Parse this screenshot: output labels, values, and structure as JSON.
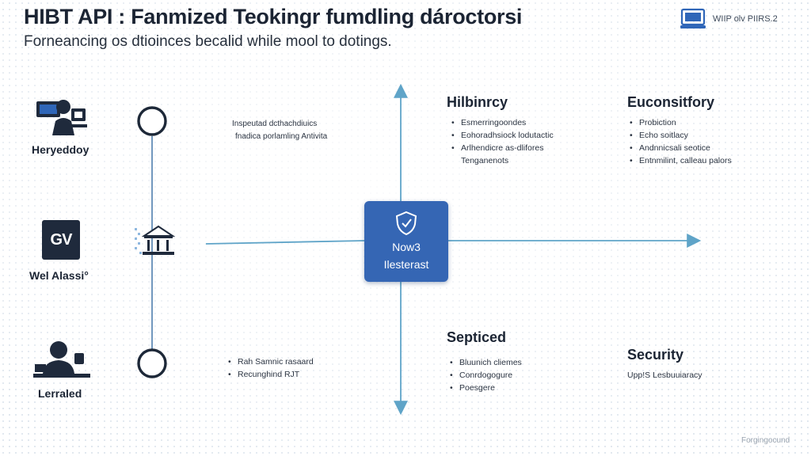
{
  "header": {
    "title": "HIBT API : Fanmized Teokingr fumdling dároctorsi",
    "subtitle": "Forneancing os dtioinces becalid while mool to dotings.",
    "badge": "WIIP olv PIIRS.2"
  },
  "left": {
    "items": [
      {
        "label": "Heryeddoy",
        "icon": "computer-user-icon"
      },
      {
        "label": "Wel Alassi°",
        "icon": "gv-logo",
        "logo_text": "GV"
      },
      {
        "label": "Lerraled",
        "icon": "person-at-desk-icon"
      }
    ],
    "bank_icon": "bank-icon"
  },
  "notes": {
    "top": [
      "Inspeutad dcthachdiuics",
      "fnadica porlamling Antivita"
    ],
    "bottom": [
      "Rah Samnic rasaard",
      "Recunghind RJT"
    ]
  },
  "center": {
    "icon": "shield-icon",
    "line1": "Now3",
    "line2": "Ilesterast"
  },
  "sections": {
    "hilbinrcy": {
      "title": "Hilbinrcy",
      "items": [
        "Esmerringoondes",
        "Eohoradhsiock lodutactic",
        "Arlhendicre as-dlifores",
        "Tenganenots"
      ]
    },
    "euconsitfory": {
      "title": "Euconsitfory",
      "items": [
        "Probiction",
        "Echo soitlacy",
        "Andnnicsali seotice",
        "Entnmilint, calleau palors"
      ]
    },
    "septiced": {
      "title": "Septiced",
      "items": [
        "Bluunich cliemes",
        "Conrdogogure",
        "Poesgere"
      ]
    },
    "security": {
      "title": "Security",
      "text": "Upp!S Lesbuuiaracy"
    }
  },
  "footer": {
    "text": "Forgingocund"
  },
  "colors": {
    "accent": "#3566b4",
    "line": "#5fa4c8",
    "dark": "#1b2433"
  }
}
